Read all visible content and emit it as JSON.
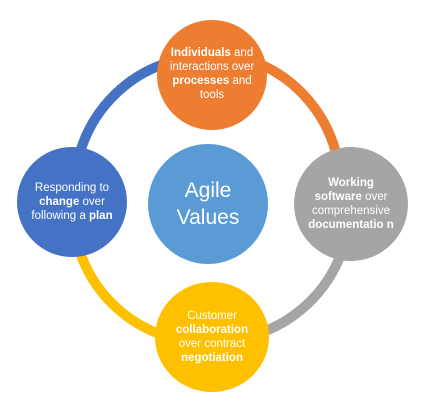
{
  "center": {
    "line1": "Agile",
    "line2": "Values"
  },
  "nodes": {
    "top": {
      "b1": "Individuals",
      "t1": " and interactions over ",
      "b2": "processes",
      "t2": " and tools"
    },
    "right": {
      "b1": "Working software",
      "t1": " over comprehensive ",
      "b2": "documentatio n"
    },
    "bottom": {
      "t1": "Customer ",
      "b1": "collaboration",
      "t2": " over contract ",
      "b2": "negotiation"
    },
    "left": {
      "t1": "Responding to ",
      "b1": "change",
      "t2": " over following a ",
      "b2": "plan"
    }
  },
  "colors": {
    "top": "#ed7d31",
    "right": "#a5a5a5",
    "bottom": "#ffc000",
    "left": "#4472c4",
    "center": "#5b9bd5"
  }
}
